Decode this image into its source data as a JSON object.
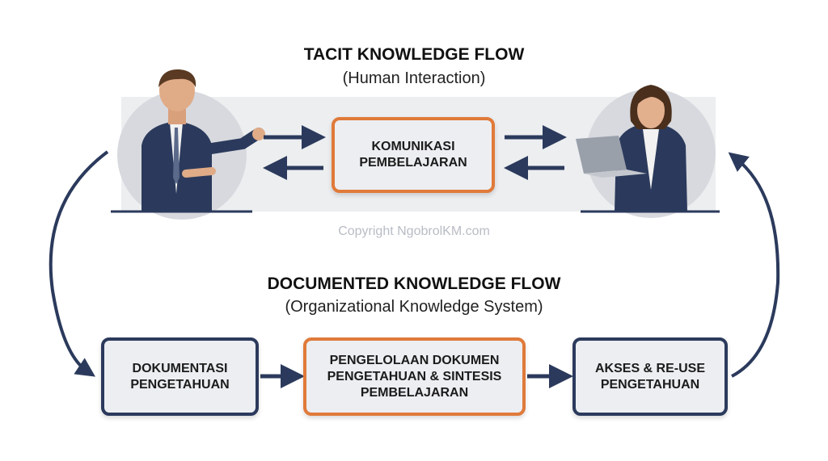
{
  "tacit": {
    "title": "TACIT KNOWLEDGE FLOW",
    "subtitle": "(Human Interaction)",
    "center_box": [
      "KOMUNIKASI",
      "PEMBELAJARAN"
    ]
  },
  "copyright": "Copyright NgobrolKM.com",
  "documented": {
    "title": "DOCUMENTED KNOWLEDGE FLOW",
    "subtitle": "(Organizational Knowledge System)",
    "boxes": [
      {
        "lines": [
          "DOKUMENTASI",
          "PENGETAHUAN"
        ]
      },
      {
        "lines": [
          "PENGELOLAAN DOKUMEN",
          "PENGETAHUAN & SINTESIS",
          "PEMBELAJARAN"
        ]
      },
      {
        "lines": [
          "AKSES & RE-USE",
          "PENGETAHUAN"
        ]
      }
    ]
  },
  "colors": {
    "navy": "#2b3a5c",
    "orange": "#e07a3a",
    "box_fill": "#eceef2"
  }
}
